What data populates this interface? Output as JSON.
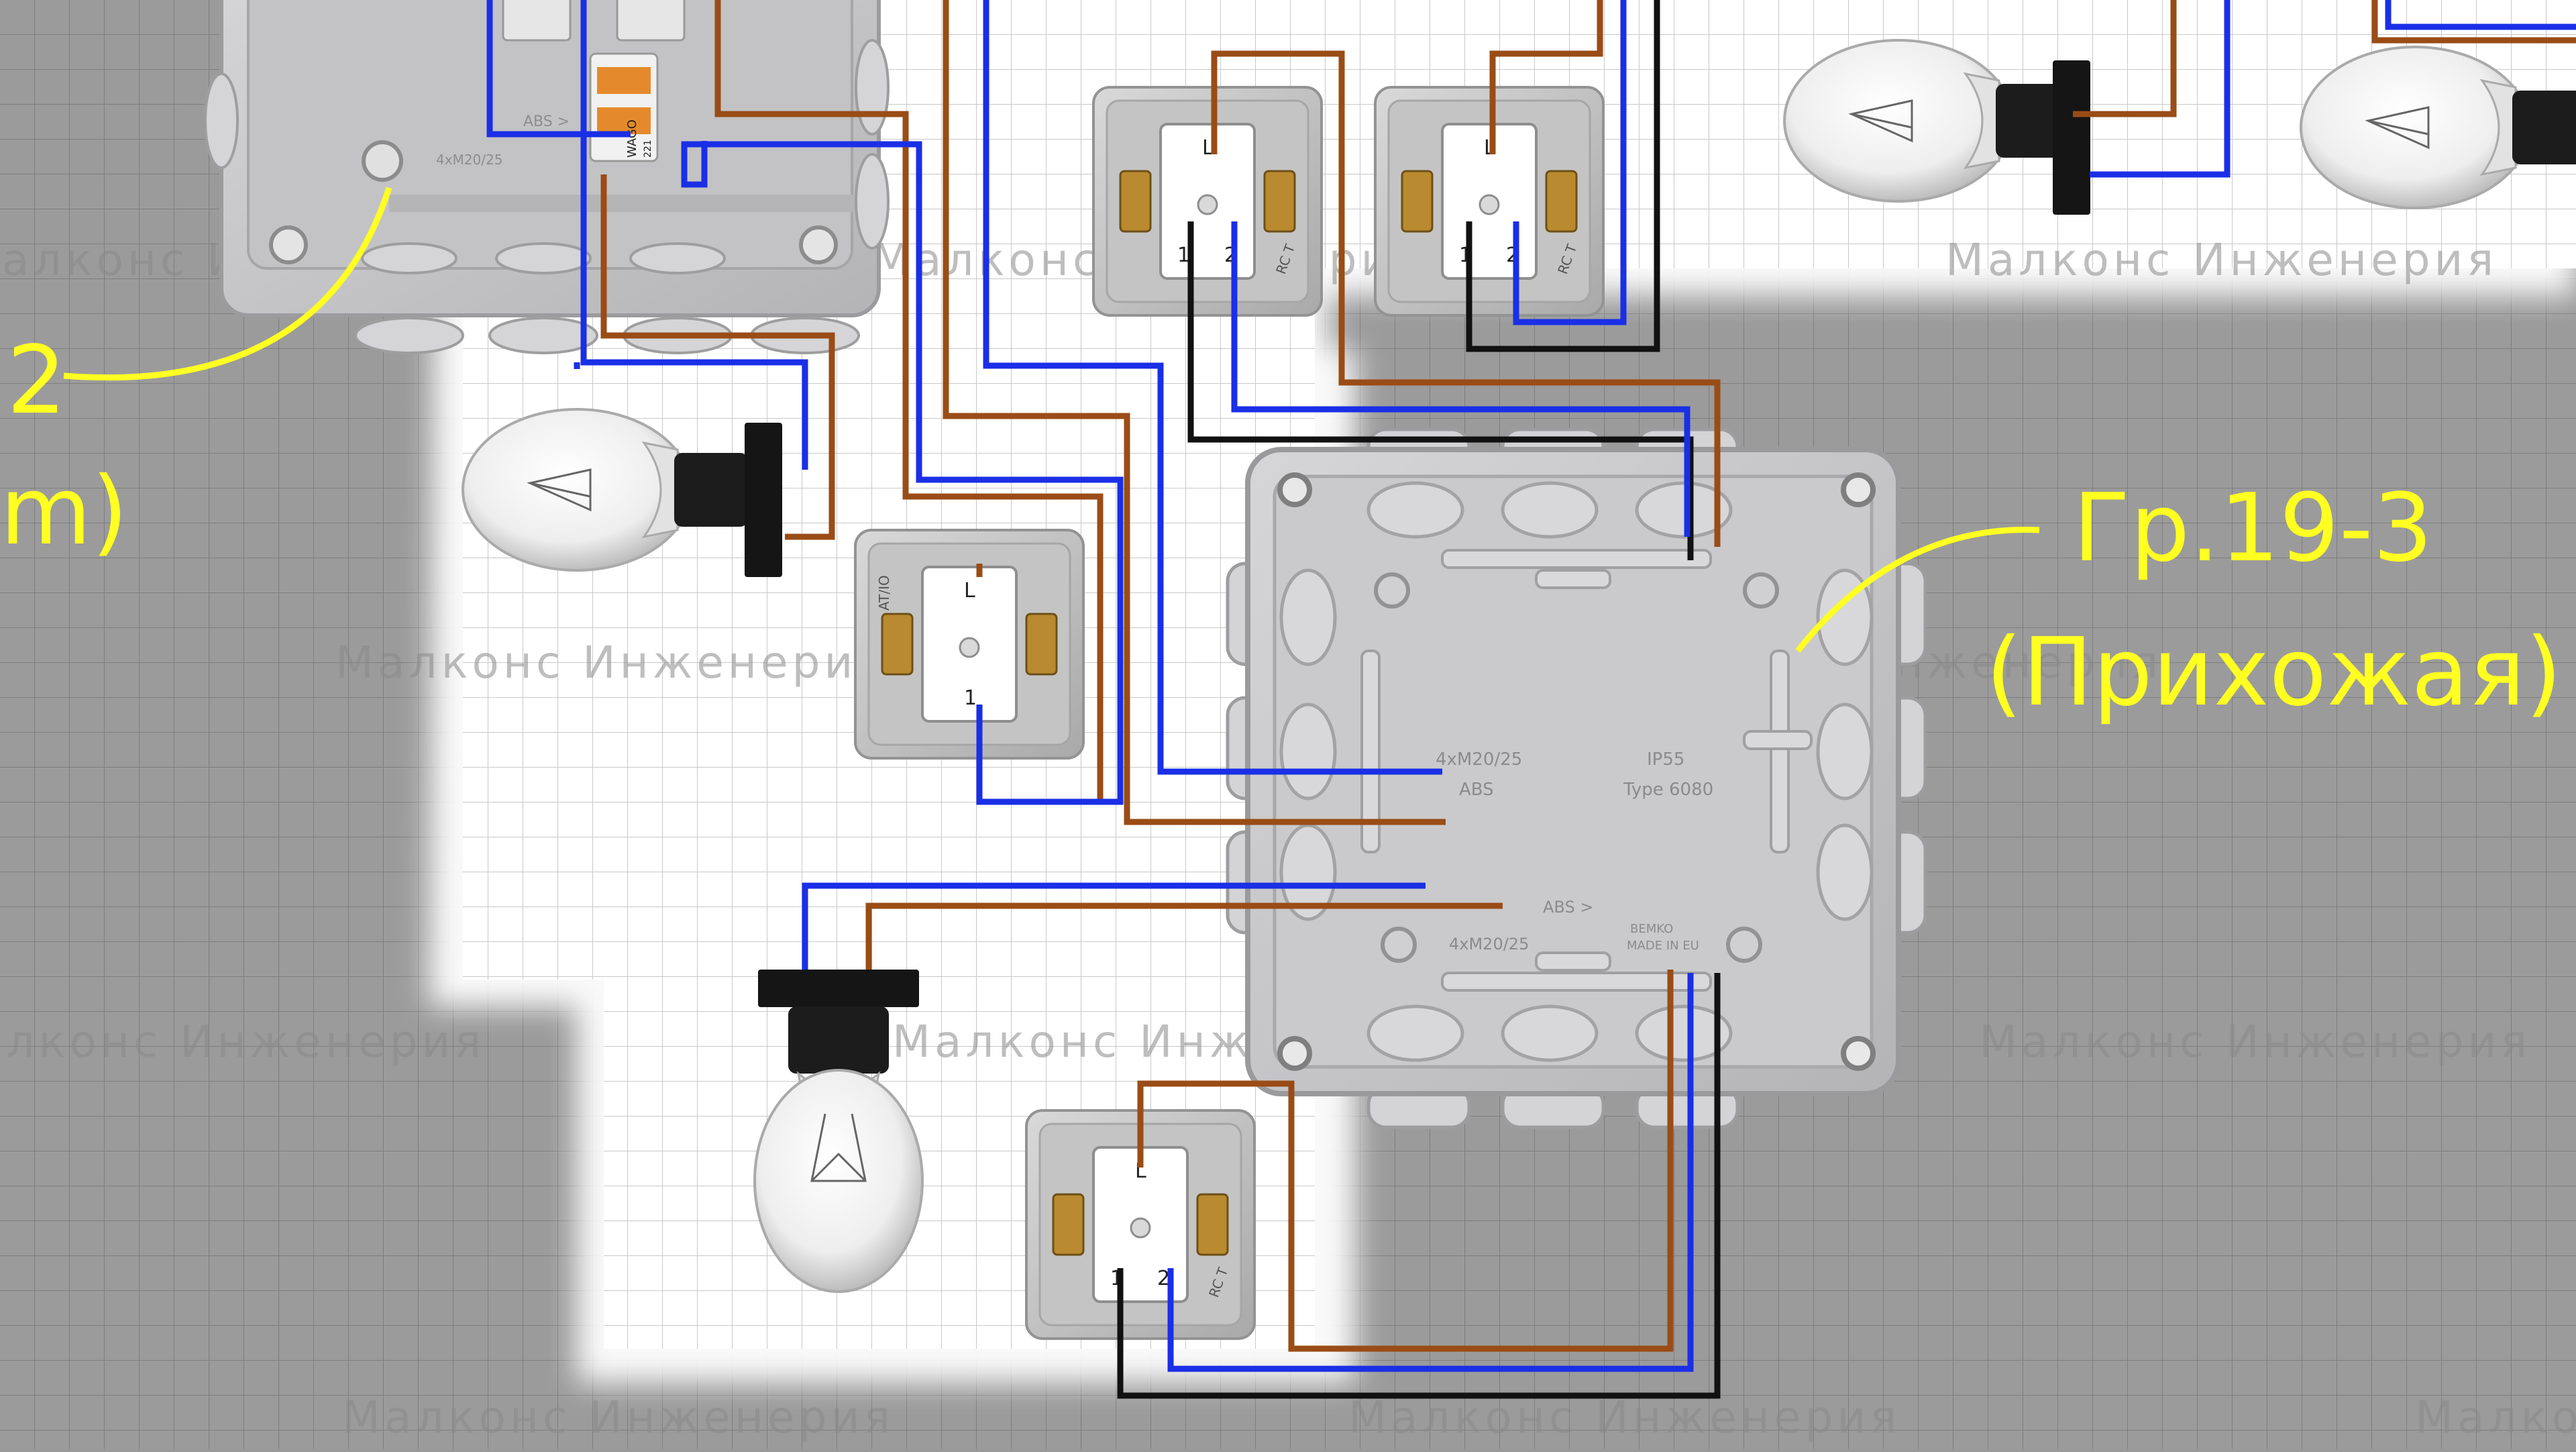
{
  "labels": {
    "group_19_3": "Гр.19-3",
    "room_19_3": "(Прихожая)",
    "group_left_fragment": "2",
    "room_left_fragment": "m)"
  },
  "watermark": {
    "text": "Малконс Инженерия"
  },
  "junction_box": {
    "rating": "IP55",
    "type": "Type 6080",
    "cable_entry": "4xM20/25",
    "material": "ABS",
    "material_arrow": "ABS >",
    "brand": "BEMKO",
    "origin": "MADE IN EU"
  },
  "connector": {
    "brand": "WAGO",
    "model": "221"
  },
  "switches": {
    "terminal_common": "L",
    "terminal_1": "1",
    "terminal_2": "2",
    "contact_marks": "RC T",
    "side_mark": "AT/IO"
  },
  "colors": {
    "phase": "#9a4c16",
    "neutral": "#1a2fe6",
    "switch_line": "#111111",
    "label": "#ffff22",
    "grid_light": "#ffffff",
    "grid_dark": "#9a9a9a",
    "box_body": "#c8c8ca"
  }
}
